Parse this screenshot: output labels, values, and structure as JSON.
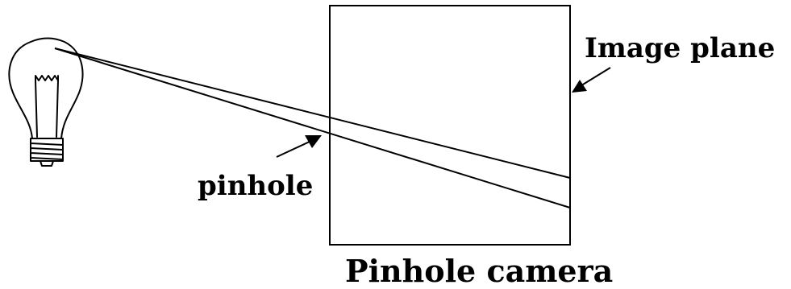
{
  "labels": {
    "image_plane": "Image plane",
    "pinhole": "pinhole",
    "caption": "Pinhole camera"
  },
  "colors": {
    "background": "#ffffff",
    "ink": "#000000"
  },
  "icons": {
    "light_source": "light-bulb-icon"
  }
}
